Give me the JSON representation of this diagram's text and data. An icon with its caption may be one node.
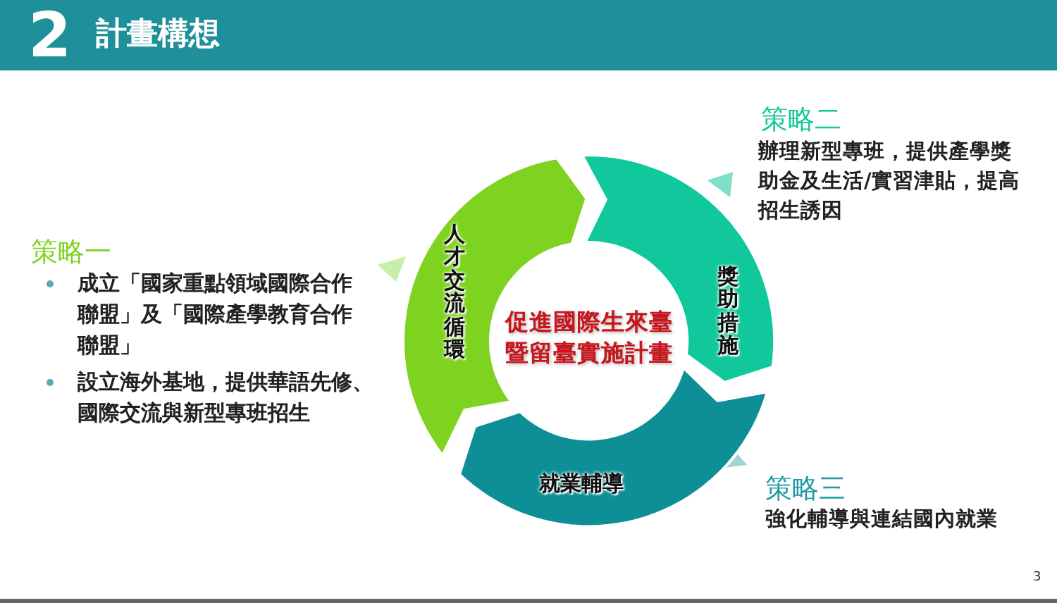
{
  "diagram": {
    "title": "計畫構想",
    "nodes": [
      {
        "text": [
          "促進國際生來臺暨留臺實施計畫"
        ]
      },
      {
        "text": [
          "人才交流循環"
        ]
      },
      {
        "text": [
          "獎助措施"
        ]
      },
      {
        "text": [
          "就業輔導"
        ]
      }
    ],
    "edges": [],
    "labels": [
      "2",
      "策略一",
      "成立「國家重點領域國際合作聯盟」及「國際產學教育合作聯盟」",
      "設立海外基地，提供華語先修、國際交流與新型專班招生",
      "策略二",
      "辦理新型專班，提供產學獎助金及生活/實習津貼，提高招生誘因",
      "策略三",
      "強化輔導與連結國內就業",
      "3"
    ]
  }
}
